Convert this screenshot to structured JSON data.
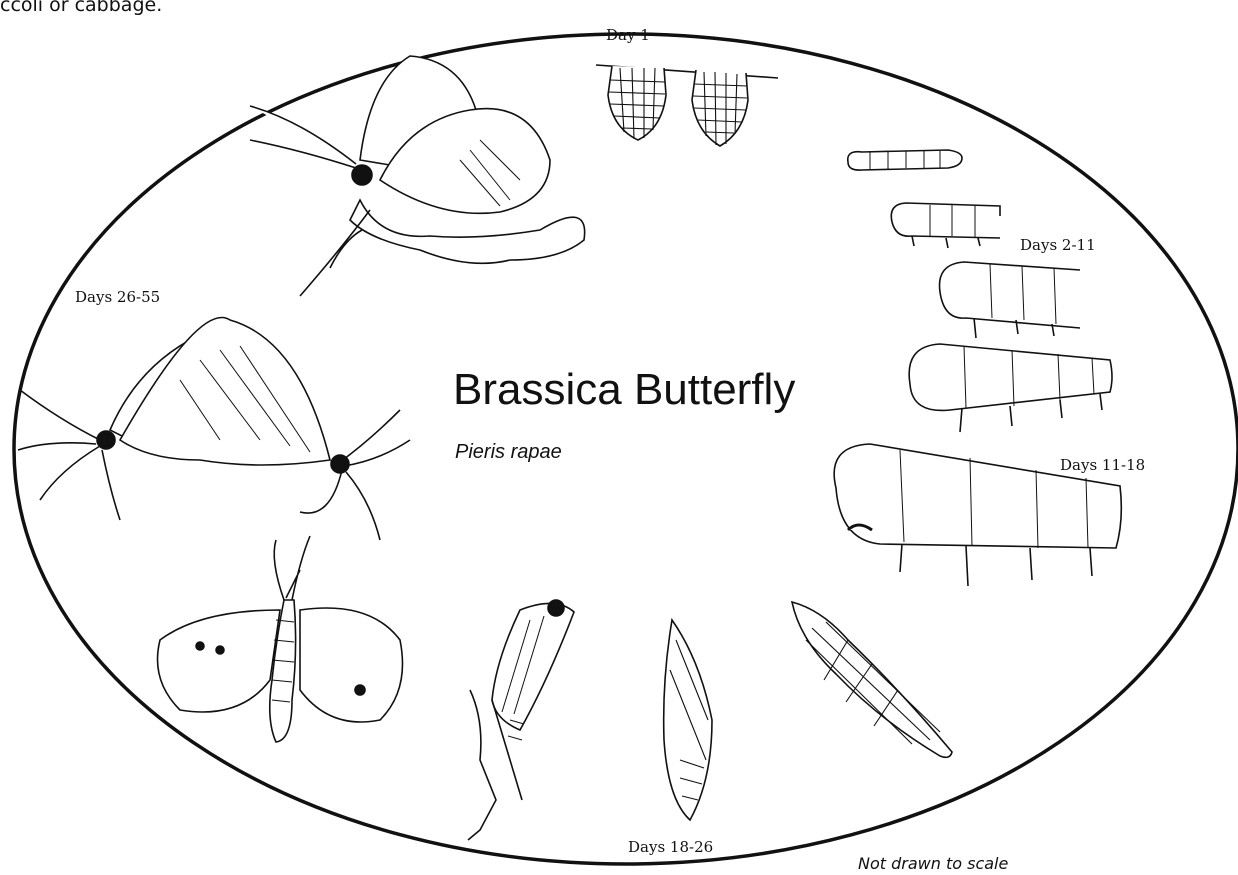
{
  "header_fragment": "ccoli or cabbage.",
  "diagram": {
    "title": "Brassica Butterfly",
    "species": "Pieris rapae",
    "footnote": "Not drawn to scale",
    "stages": [
      {
        "label": "Day 1",
        "stage": "eggs"
      },
      {
        "label": "Days 2-11",
        "stage": "young larvae"
      },
      {
        "label": "Days 11-18",
        "stage": "older larvae"
      },
      {
        "label": "Days 18-26",
        "stage": "pupae"
      },
      {
        "label": "Days 26-55",
        "stage": "adults"
      }
    ]
  }
}
